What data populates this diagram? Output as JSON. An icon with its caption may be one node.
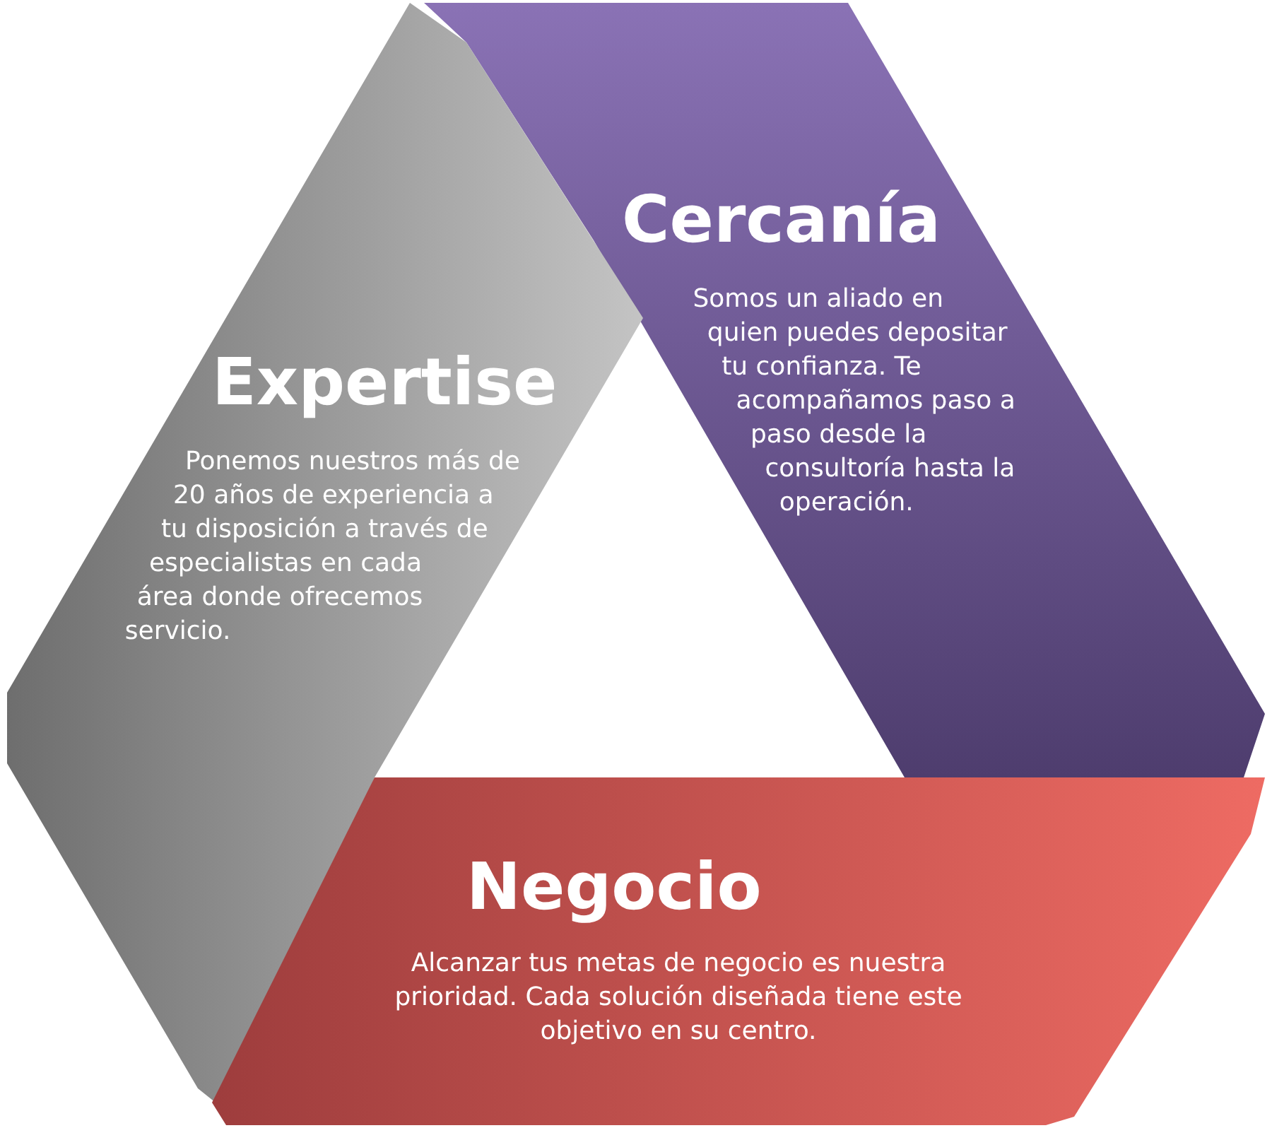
{
  "diagram": {
    "nodes": [
      {
        "text": [
          "Cercanía",
          "Somos un aliado en quien puedes depositar tu confianza. Te acompañamos paso a paso desde la consultoría hasta la operación."
        ]
      },
      {
        "text": [
          "Expertise",
          "Ponemos nuestros más de 20 años de experiencia a tu disposición a través de especialistas en cada área donde ofrecemos servicio."
        ]
      },
      {
        "text": [
          "Negocio",
          "Alcanzar tus metas de negocio es nuestra prioridad. Cada solución diseñada tiene este objetivo en su centro."
        ]
      }
    ],
    "edges": []
  }
}
